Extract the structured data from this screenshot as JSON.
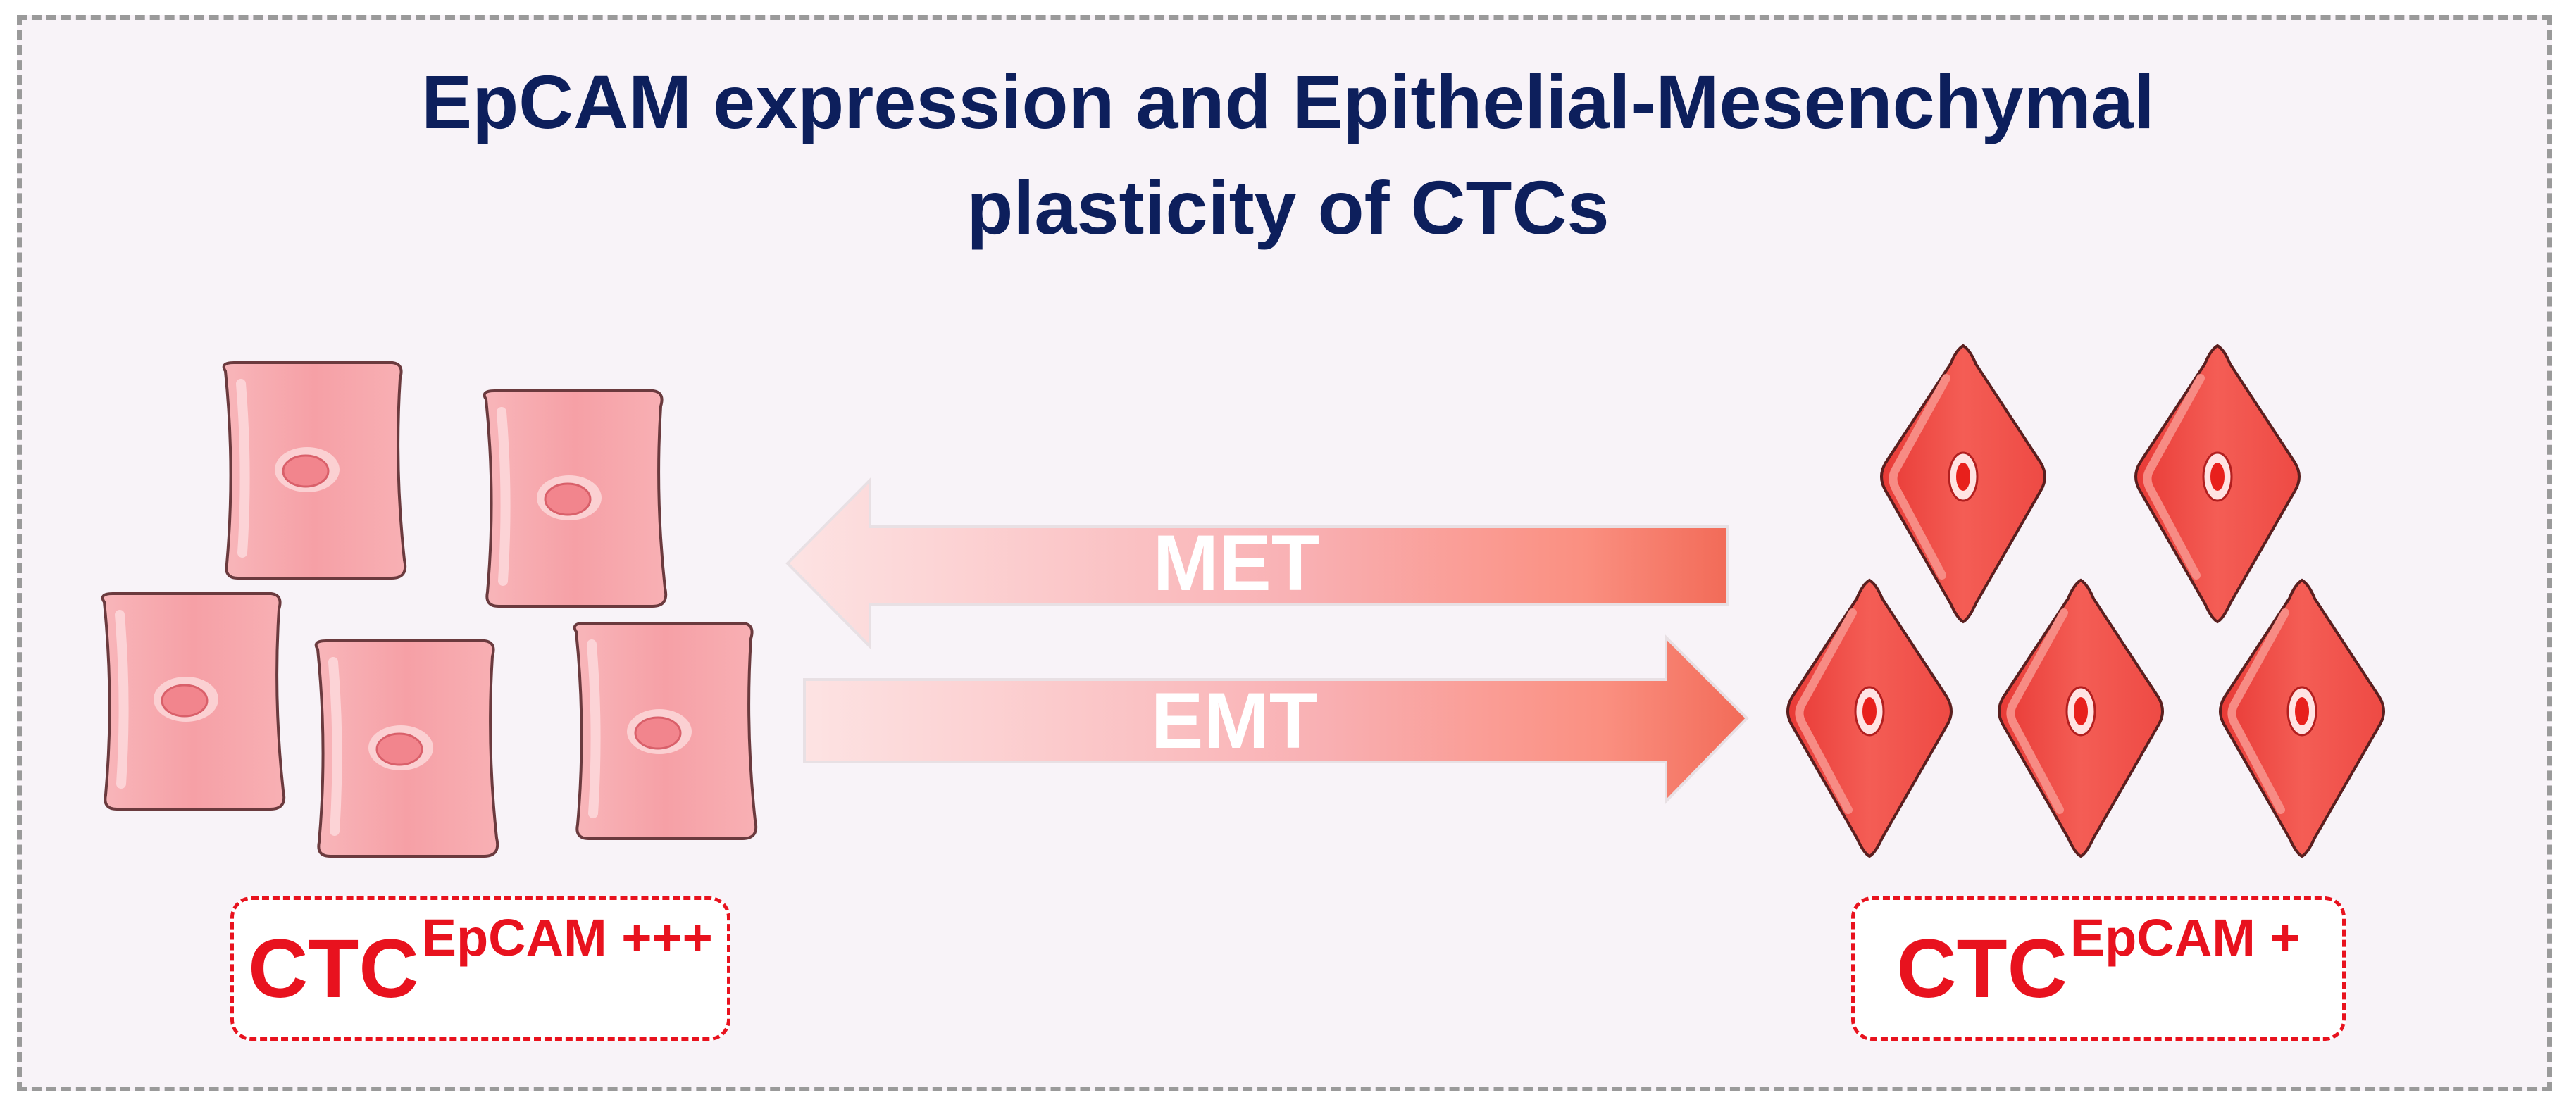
{
  "title": {
    "line1": "EpCAM expression and Epithelial-Mesenchymal",
    "line2": "plasticity of CTCs"
  },
  "arrows": {
    "met": "MET",
    "emt": "EMT"
  },
  "labels": {
    "left_main": "CTC",
    "left_sup": "EpCAM +++",
    "right_main": "CTC",
    "right_sup": "EpCAM +"
  },
  "colors": {
    "title": "#0d1f5c",
    "label_red": "#e8121e",
    "epithelial_cell": "#f7a1a6",
    "mesenchymal_cell": "#f2534e",
    "border": "#9a9a9a",
    "background": "#f8f3f8"
  }
}
